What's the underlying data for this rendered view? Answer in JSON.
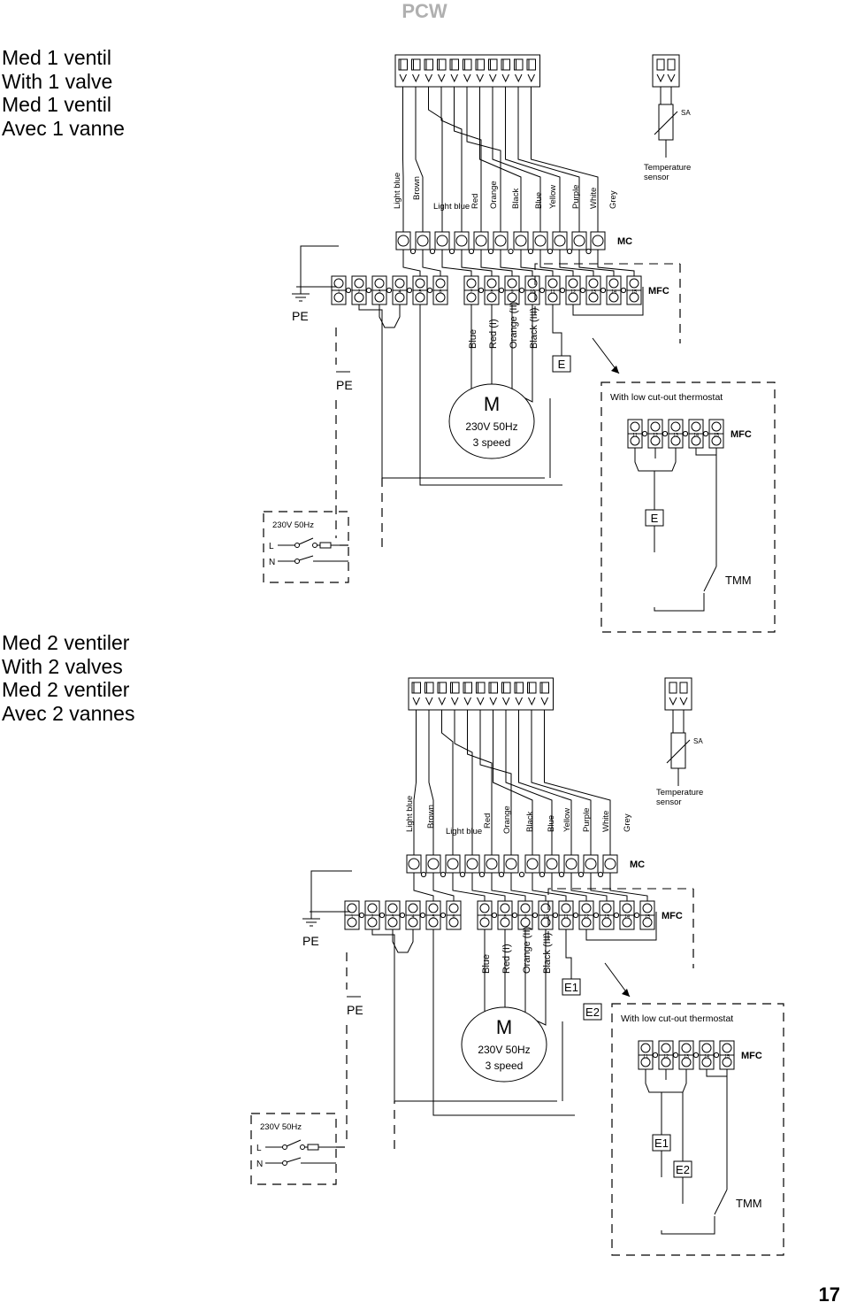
{
  "header": {
    "title": "PCW"
  },
  "page_number": "17",
  "sections": [
    {
      "caption": [
        "Med 1 ventil",
        "With 1 valve",
        "Med 1 ventil",
        "Avec 1 vanne"
      ],
      "wire_colors": [
        "Light blue",
        "Brown",
        "Light blue",
        "Red",
        "Orange",
        "Black",
        "Blue",
        "Yellow",
        "Purple",
        "White",
        "Grey"
      ],
      "sensor_label": "Temperature sensor",
      "sensor_code": "SA",
      "mc_label": "MC",
      "mfc_label": "MFC",
      "terminal_numbers": [
        "1",
        "2",
        "3",
        "4",
        "5",
        "6",
        "7",
        "8",
        "9",
        "10",
        "11",
        "12",
        "13",
        "14",
        "15"
      ],
      "pe_labels": [
        "PE",
        "PE"
      ],
      "motor_wires": [
        "Blue",
        "Red (I)",
        "Orange (II)",
        "Black (III)"
      ],
      "motor": {
        "symbol": "M",
        "line1": "230V  50Hz",
        "line2": "3 speed"
      },
      "valve_labels": [
        "E"
      ],
      "thermostat_title": "With low cut-out thermostat",
      "thermostat_terminals": [
        "11",
        "12",
        "13",
        "14",
        "15"
      ],
      "thermostat_valve_labels": [
        "E"
      ],
      "tmm_label": "TMM",
      "supply": {
        "label": "230V 50Hz",
        "l": "L",
        "n": "N"
      }
    },
    {
      "caption": [
        "Med 2 ventiler",
        "With 2 valves",
        "Med 2 ventiler",
        "Avec 2 vannes"
      ],
      "wire_colors": [
        "Light blue",
        "Brown",
        "Light blue",
        "Red",
        "Orange",
        "Black",
        "Blue",
        "Yellow",
        "Purple",
        "White",
        "Grey"
      ],
      "sensor_label": "Temperature sensor",
      "sensor_code": "SA",
      "mc_label": "MC",
      "mfc_label": "MFC",
      "terminal_numbers": [
        "1",
        "2",
        "3",
        "4",
        "5",
        "6",
        "7",
        "8",
        "9",
        "10",
        "11",
        "12",
        "13",
        "14",
        "15"
      ],
      "pe_labels": [
        "PE",
        "PE"
      ],
      "motor_wires": [
        "Blue",
        "Red (I)",
        "Orange (II)",
        "Black (III)"
      ],
      "motor": {
        "symbol": "M",
        "line1": "230V  50Hz",
        "line2": "3 speed"
      },
      "valve_labels": [
        "E1",
        "E2"
      ],
      "thermostat_title": "With low cut-out thermostat",
      "thermostat_terminals": [
        "11",
        "12",
        "13",
        "14",
        "15"
      ],
      "thermostat_valve_labels": [
        "E1",
        "E2"
      ],
      "tmm_label": "TMM",
      "supply": {
        "label": "230V 50Hz",
        "l": "L",
        "n": "N"
      }
    }
  ]
}
